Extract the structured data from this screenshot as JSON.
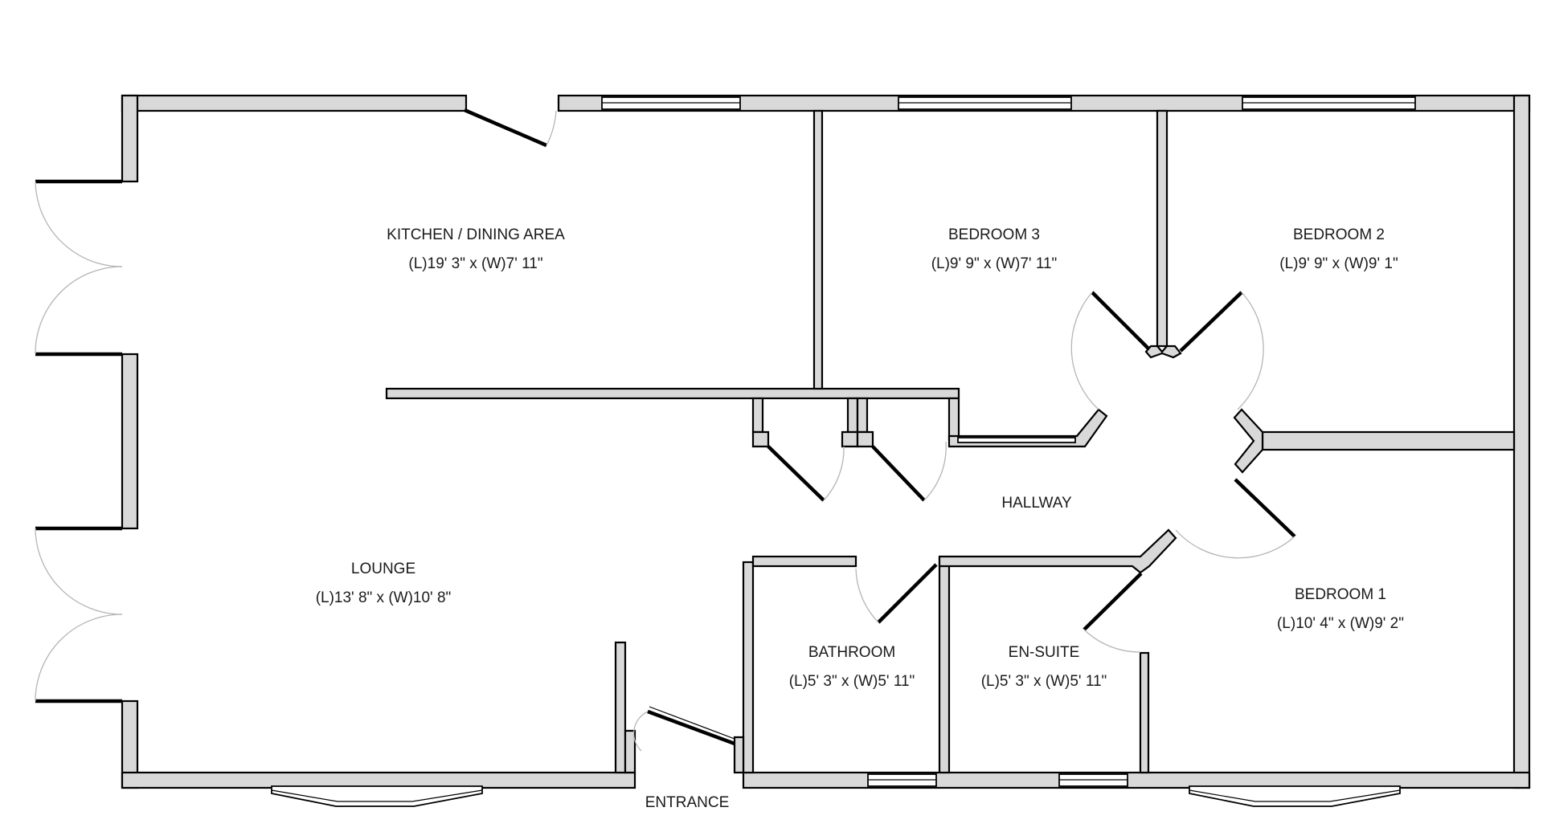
{
  "rooms": {
    "kitchen": {
      "name": "KITCHEN / DINING AREA",
      "dimensions": "(L)19' 3\" x (W)7' 11\""
    },
    "bedroom3": {
      "name": "BEDROOM 3",
      "dimensions": "(L)9' 9\" x (W)7' 11\""
    },
    "bedroom2": {
      "name": "BEDROOM 2",
      "dimensions": "(L)9' 9\" x (W)9' 1\""
    },
    "bedroom1": {
      "name": "BEDROOM 1",
      "dimensions": "(L)10' 4\" x (W)9' 2\""
    },
    "lounge": {
      "name": "LOUNGE",
      "dimensions": "(L)13' 8\" x (W)10' 8\""
    },
    "bathroom": {
      "name": "BATHROOM",
      "dimensions": "(L)5' 3\" x (W)5' 11\""
    },
    "ensuite": {
      "name": "EN-SUITE",
      "dimensions": "(L)5' 3\" x (W)5' 11\""
    }
  },
  "labels": {
    "hallway": "HALLWAY",
    "entrance": "ENTRANCE"
  }
}
